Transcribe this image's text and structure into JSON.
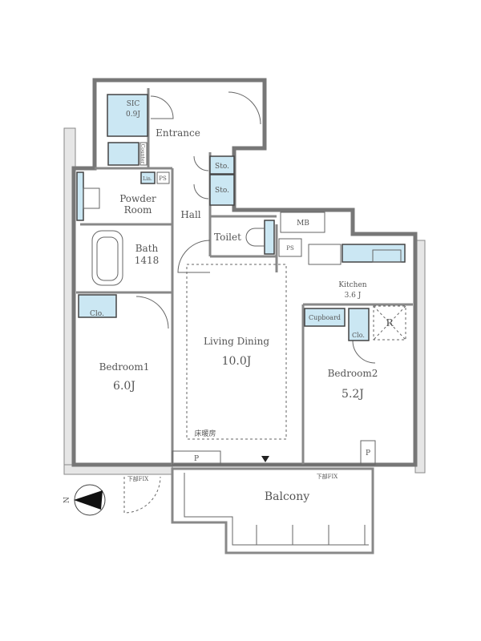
{
  "rooms": {
    "sic": {
      "name": "SIC",
      "size": "0.9J"
    },
    "entrance": "Entrance",
    "counter": "Counter",
    "linen": "Lin.",
    "ps1": "PS",
    "powder": {
      "line1": "Powder",
      "line2": "Room"
    },
    "storage1": "Sto.",
    "storage2": "Sto.",
    "hall": "Hall",
    "toilet": "Toilet",
    "bath": {
      "name": "Bath",
      "size": "1418"
    },
    "mb": "MB",
    "ps2": "PS",
    "kitchen": {
      "name": "Kitchen",
      "size": "3.6 J"
    },
    "cupboard": "Cupboard",
    "closet2": "Clo.",
    "refrigerator": "R",
    "closet1": "Clo.",
    "bedroom1": {
      "name": "Bedroom1",
      "size": "6.0J"
    },
    "living": {
      "name": "Living Dining",
      "size": "10.0J"
    },
    "floor_heating": "床暖房",
    "bedroom2": {
      "name": "Bedroom2",
      "size": "5.2J"
    },
    "pipe1": "P",
    "pipe2": "P",
    "fix1": "下部FIX",
    "fix2": "下部FIX",
    "balcony": "Balcony"
  },
  "compass": {
    "north": "N"
  },
  "colors": {
    "fixture": "#cbe7f3",
    "wall": "#777777",
    "exterior": "#e6e6e6"
  }
}
